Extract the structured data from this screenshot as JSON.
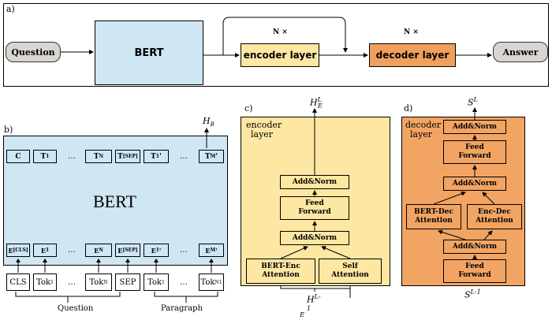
{
  "panel_a": {
    "label": "a)",
    "question": "Question",
    "bert": "BERT",
    "encoder": "encoder layer",
    "decoder": "decoder layer",
    "answer": "Answer",
    "n_times_encoder": "N ×",
    "n_times_decoder": "N ×"
  },
  "panel_b": {
    "label": "b)",
    "output_label": "H",
    "output_sub": "B",
    "bert": "BERT",
    "top_tokens": [
      {
        "t": "C",
        "s": ""
      },
      {
        "t": "T",
        "s": "1"
      },
      {
        "t": "…",
        "s": ""
      },
      {
        "t": "T",
        "s": "N"
      },
      {
        "t": "T",
        "s": "[SEP]"
      },
      {
        "t": "T",
        "s": "1",
        "p": "'"
      },
      {
        "t": "…",
        "s": ""
      },
      {
        "t": "T",
        "s": "M",
        "p": "'"
      }
    ],
    "emb_tokens": [
      {
        "t": "E",
        "s": "[CLS]"
      },
      {
        "t": "E",
        "s": "1"
      },
      {
        "t": "…",
        "s": ""
      },
      {
        "t": "E",
        "s": "N"
      },
      {
        "t": "E",
        "s": "[SEP]"
      },
      {
        "t": "E",
        "s": "1",
        "p": "'"
      },
      {
        "t": "…",
        "s": ""
      },
      {
        "t": "E",
        "s": "M",
        "p": "'"
      }
    ],
    "inputs": [
      {
        "t": "CLS",
        "s": ""
      },
      {
        "t": "Tok",
        "s": "1"
      },
      {
        "t": "…",
        "s": ""
      },
      {
        "t": "Tok",
        "s": "N"
      },
      {
        "t": "SEP",
        "s": ""
      },
      {
        "t": "Tok",
        "s": "1"
      },
      {
        "t": "…",
        "s": ""
      },
      {
        "t": "Tok",
        "s": "N1"
      }
    ],
    "question": "Question",
    "paragraph": "Paragraph"
  },
  "panel_c": {
    "label": "c)",
    "title_line1": "encoder",
    "title_line2": "layer",
    "out_main": "H",
    "out_sub": "E",
    "out_sup": "L",
    "in_main": "H",
    "in_sub": "E",
    "in_sup": "L-1",
    "add_norm_top": "Add&Norm",
    "feed_forward_1": "Feed",
    "feed_forward_2": "Forward",
    "add_norm_mid": "Add&Norm",
    "bert_enc_1": "BERT-Enc",
    "bert_enc_2": "Attention",
    "self_1": "Self",
    "self_2": "Attention"
  },
  "panel_d": {
    "label": "d)",
    "title_line1": "decoder",
    "title_line2": "layer",
    "out_main": "S",
    "out_sup": "L",
    "in_main": "S",
    "in_sup": "L-1",
    "add_norm_top": "Add&Norm",
    "feed_forward_1": "Feed",
    "feed_forward_2": "Forward",
    "add_norm_2": "Add&Norm",
    "bert_dec_1": "BERT-Dec",
    "bert_dec_2": "Attention",
    "enc_dec_1": "Enc-Dec",
    "enc_dec_2": "Attention",
    "add_norm_3": "Add&Norm",
    "feed_forward_b1": "Feed",
    "feed_forward_b2": "Forward"
  },
  "colors": {
    "bert_blue": "#cfe6f3",
    "encoder_yellow": "#fde7a2",
    "decoder_orange": "#f0a05c",
    "decoder_panel": "#f2a463",
    "pill_gray": "#d9d5d0"
  }
}
